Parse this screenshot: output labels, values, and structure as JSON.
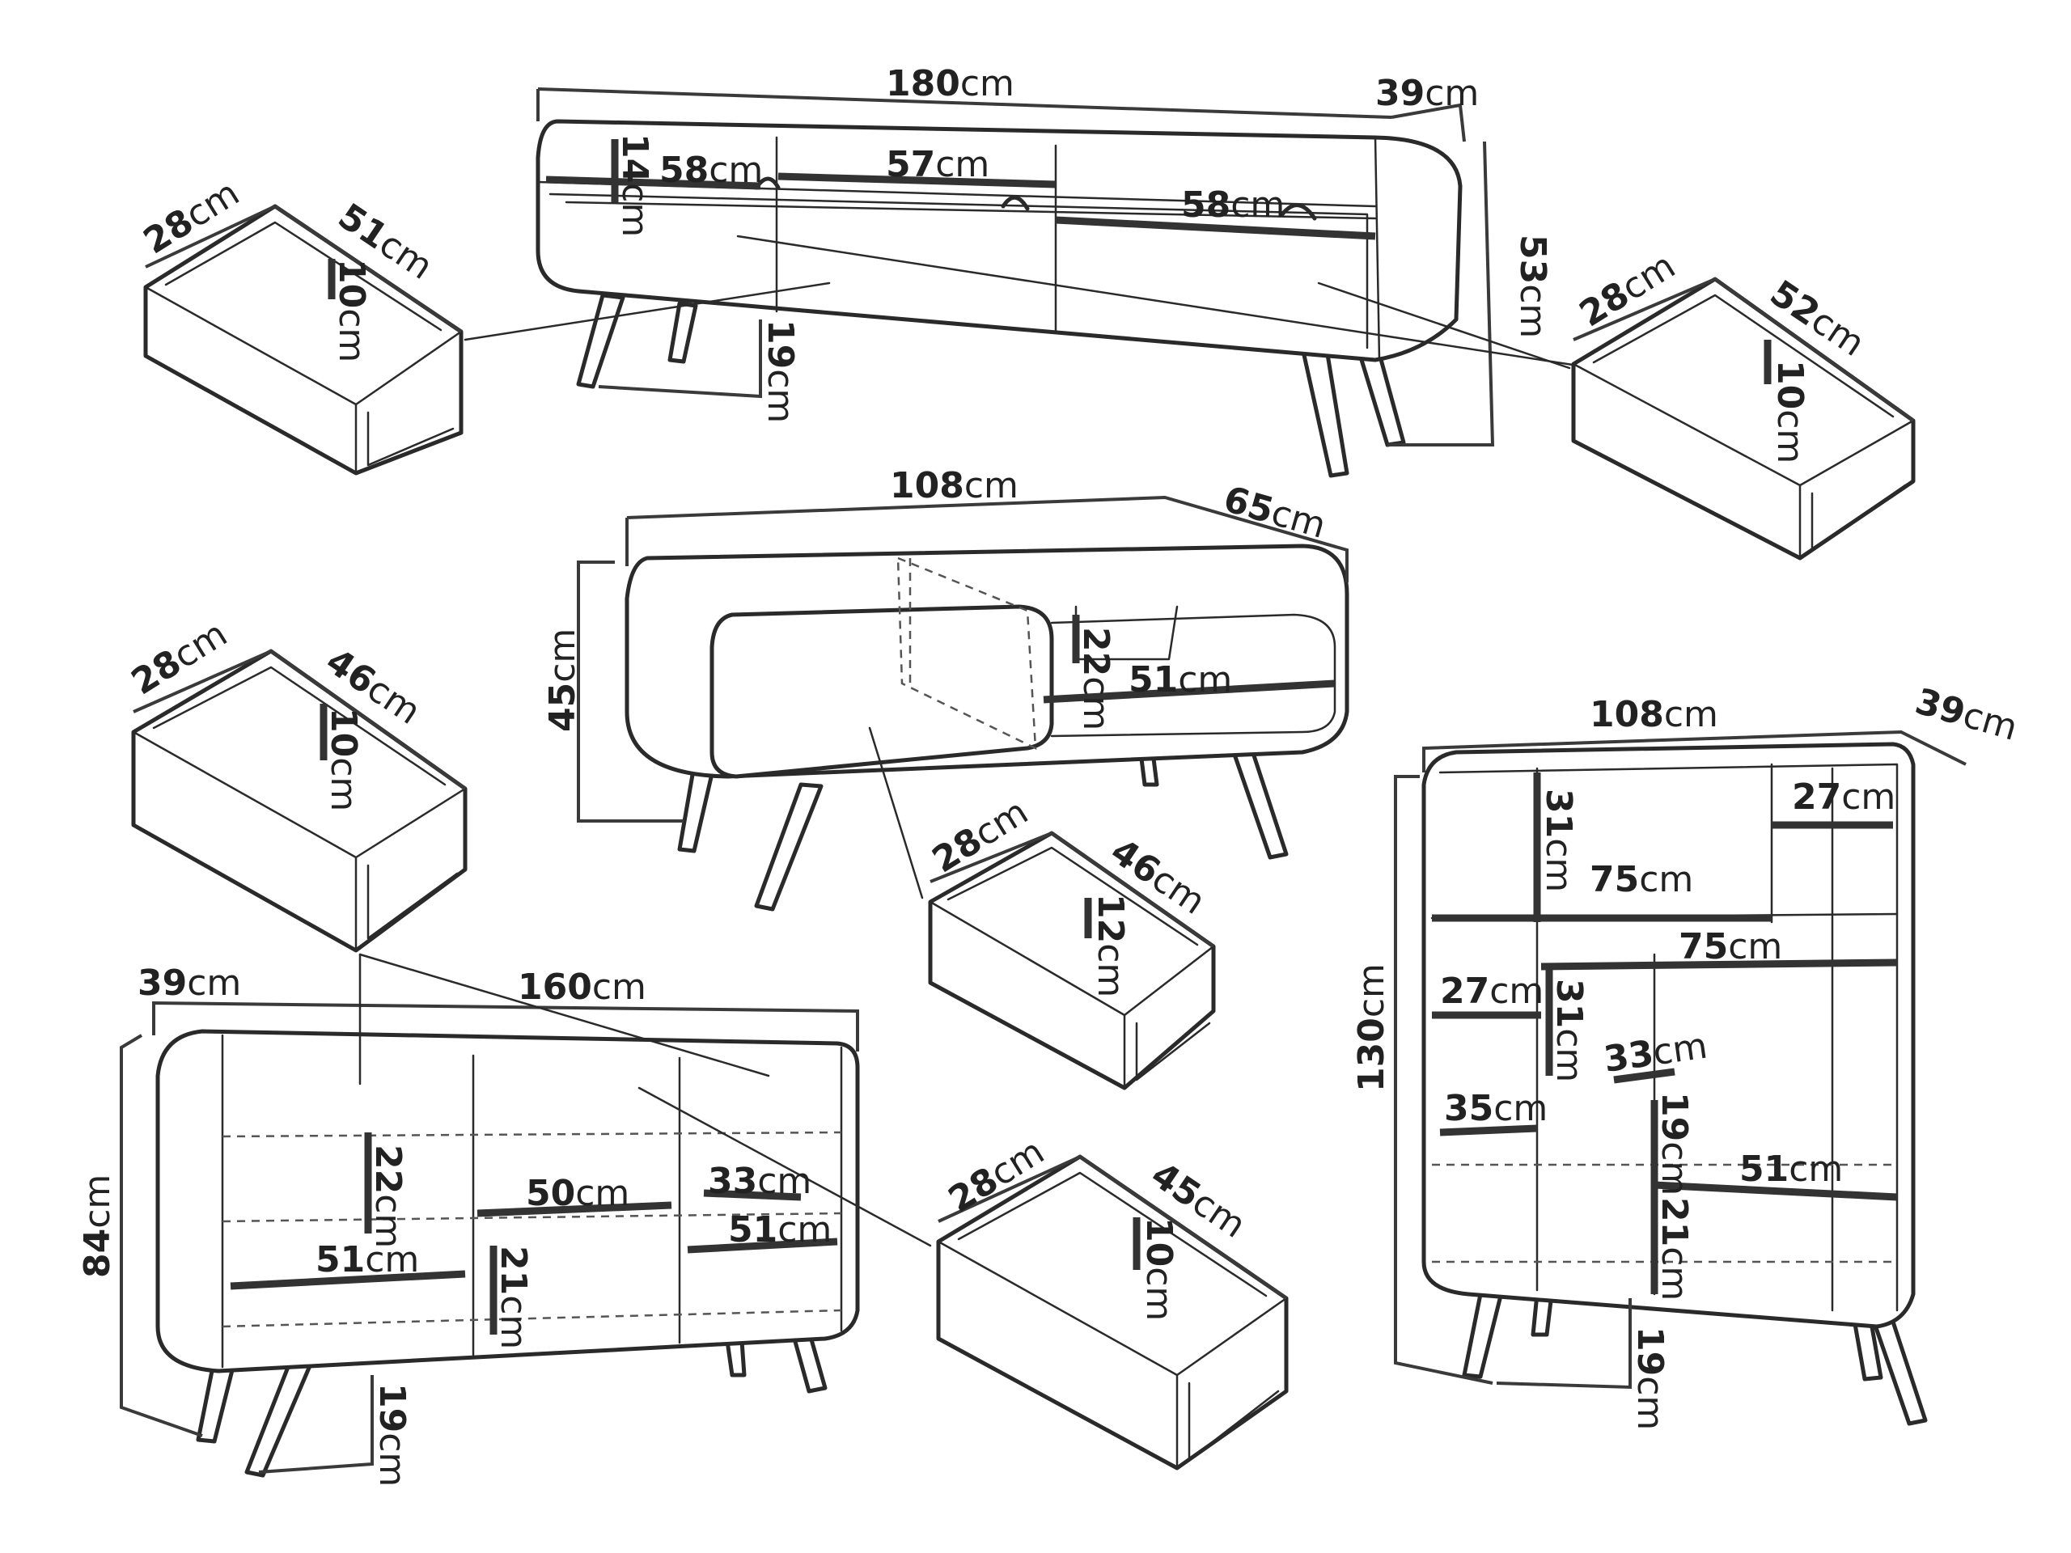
{
  "unit": "cm",
  "tv_stand": {
    "width": "180",
    "depth": "39",
    "height": "53",
    "leg_height": "19",
    "shelf_height": "14",
    "drawer_left_width": "58",
    "drawer_mid_width": "57",
    "drawer_right_width": "58",
    "drawer_left": {
      "depth": "28",
      "width": "51",
      "height": "10"
    },
    "drawer_right": {
      "depth": "28",
      "width": "52",
      "height": "10"
    }
  },
  "coffee_table": {
    "width": "108",
    "depth": "65",
    "height": "45",
    "shelf_height": "22",
    "shelf_width": "51",
    "drawer": {
      "depth": "28",
      "width": "46",
      "height": "12"
    }
  },
  "sideboard": {
    "width": "160",
    "depth": "39",
    "height": "84",
    "leg_height": "19",
    "left_shelf_height": "22",
    "left_shelf_width": "51",
    "mid_shelf_width": "50",
    "mid_shelf_height": "21",
    "right_shelf_depth": "33",
    "right_shelf_width": "51",
    "drawer_left": {
      "depth": "28",
      "width": "46",
      "height": "10"
    },
    "drawer_right": {
      "depth": "28",
      "width": "45",
      "height": "10"
    }
  },
  "bookcase": {
    "width": "108",
    "depth": "39",
    "height": "130",
    "leg_height": "19",
    "top_shelf_height": "31",
    "top_shelf_width": "75",
    "top_right_width": "27",
    "mid_shelf_width": "75",
    "mid_left_width": "27",
    "mid_shelf_height": "31",
    "lower_depth": "33",
    "lower_left_width": "35",
    "lower_shelf_height_1": "19",
    "lower_shelf_width": "51",
    "lower_shelf_height_2": "21"
  }
}
